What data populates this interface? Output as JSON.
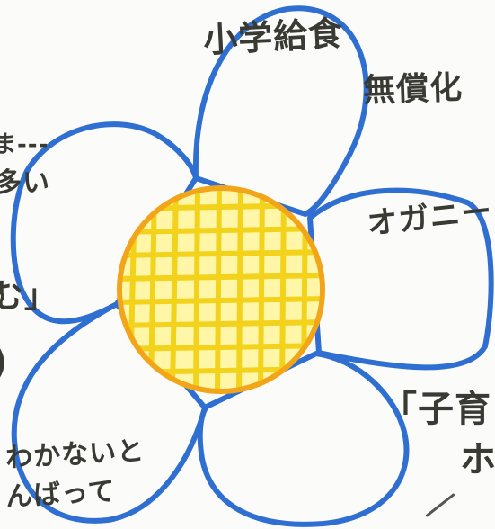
{
  "drawing": {
    "petal_color": "#2f6fd1",
    "center_fill": "#fff6a8",
    "center_grid": "#f2d21a",
    "center_outline": "#f3a51a",
    "paper": "#fbfbf9",
    "ink": "#3a3a34",
    "icon": "flower-drawing"
  },
  "texts": {
    "top_line1": "小学給食",
    "top_line2": "無償化",
    "right_line1": "オガニー",
    "right_line2": "「子育",
    "right_line3": "ホ",
    "left_line1": "ま---",
    "left_line2": "多い",
    "left_line3": "む」",
    "left_line4": ")",
    "bottom_line1": "わかないと",
    "bottom_line2": "んばって"
  }
}
